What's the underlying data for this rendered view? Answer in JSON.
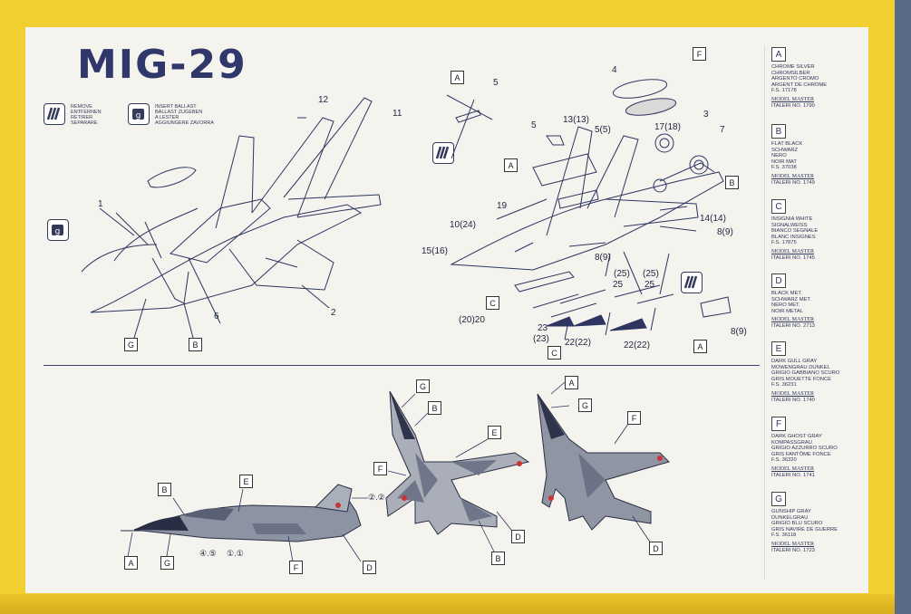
{
  "title": "MIG-29",
  "legend": [
    {
      "icon": "remove-icon",
      "text": "REMOVE\nENTFERNEN\nRETIRER\nSEPARARE"
    },
    {
      "icon": "ballast-icon",
      "text": "INSERT BALLAST\nBALLAST ZUGEBEN\nA LESTER\nAGGIUNGERE ZAVORRA"
    }
  ],
  "swatches": [
    {
      "letter": "A",
      "names": "CHROME SILVER\nCHROMSILBER\nARGENTO CROMO\nARGENT DE CHROME\nF.S. 17178",
      "brand": "MODEL MASTER",
      "ref": "ITALERI NO. 1790"
    },
    {
      "letter": "B",
      "names": "FLAT BLACK\nSCHWARZ\nNERO\nNOIR MAT\nF.S. 37038",
      "brand": "MODEL MASTER",
      "ref": "ITALERI NO. 1749"
    },
    {
      "letter": "C",
      "names": "INSIGNIA WHITE\nSIGNALWEISS\nBIANCO SEGNALE\nBLANC INSIGNES\nF.S. 17875",
      "brand": "MODEL MASTER",
      "ref": "ITALERI NO. 1745"
    },
    {
      "letter": "D",
      "names": "BLACK MET.\nSCHWARZ MET.\nNERO MET.\nNOIR METAL",
      "brand": "MODEL MASTER",
      "ref": "ITALERI NO. 2713"
    },
    {
      "letter": "E",
      "names": "DARK GULL GRAY\nMOWENGRAU DUNKEL\nGRIGIO GABBIANO SCURO\nGRIS MOUETTE FONCE\nF.S. 36231",
      "brand": "MODEL MASTER",
      "ref": "ITALERI NO. 1740"
    },
    {
      "letter": "F",
      "names": "DARK GHOST GRAY\nKOMPASSGRAU\nGRIGIO AZZURRO SCURO\nGRIS FANTÔME FONCE\nF.S. 36320",
      "brand": "MODEL MASTER",
      "ref": "ITALERI NO. 1741"
    },
    {
      "letter": "G",
      "names": "GUNSHIP GRAY\nDUNKELGRAU\nGRIGIO BLU SCURO\nGRIS NAVIRE DE GUERRE\nF.S. 36118",
      "brand": "MODEL MASTER",
      "ref": "ITALERI NO. 1723"
    }
  ],
  "callouts": {
    "n1": "1",
    "n2": "2",
    "n6": "6",
    "n11": "11",
    "n12": "12",
    "n3": "3",
    "n4": "4",
    "n5a": "5",
    "n5b": "5",
    "n5c": "5(5)",
    "n7": "7",
    "n13": "13(13)",
    "n14": "14(14)",
    "n15": "15(16)",
    "n17": "17(18)",
    "n19": "19",
    "n10": "10(24)",
    "n8a": "8(9)",
    "n8b": "8(9)",
    "n8c": "8(9)",
    "n25a": "(25)",
    "n25b": "25",
    "n25c": "(25)",
    "n25d": "25",
    "n20": "(20)20",
    "n23a": "23",
    "n23b": "(23)",
    "n22a": "22(22)",
    "n22b": "22(22)"
  },
  "boxes": {
    "b1": "A",
    "b2": "F",
    "b3": "A",
    "b4": "B",
    "b5": "C",
    "b6": "C",
    "b7": "A",
    "b8": "G",
    "b9": "B",
    "b10": "G",
    "b11": "B",
    "b12": "E",
    "b13": "F",
    "b14": "B",
    "b15": "D",
    "b16": "A",
    "b17": "G",
    "b18": "F",
    "b19": "D",
    "b20": "B",
    "b21": "E",
    "b22": "A",
    "b23": "G",
    "b24": "F",
    "b25": "D"
  },
  "side_marks": {
    "m1": "②.②",
    "m2": "④.⑤",
    "m3": "①.①"
  }
}
